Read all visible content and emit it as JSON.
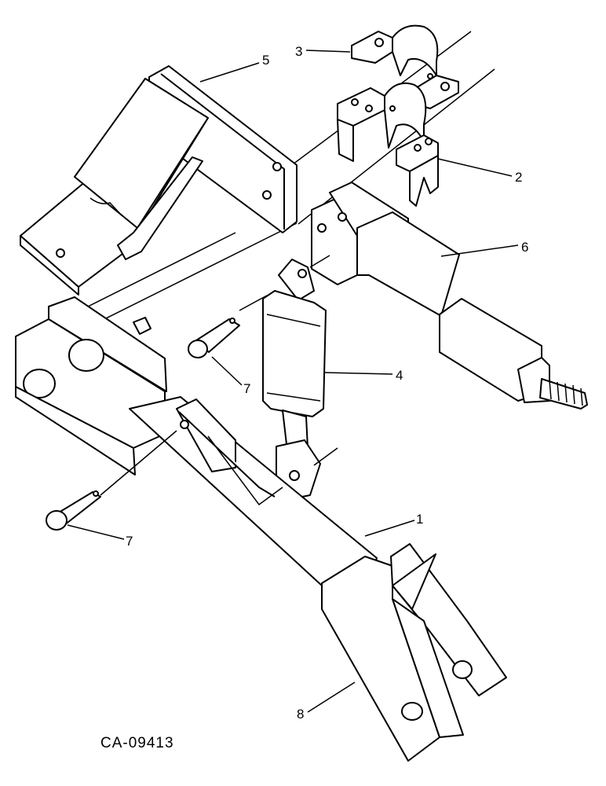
{
  "figure_id": "CA-09413",
  "callouts": {
    "c1": "1",
    "c2": "2",
    "c3": "3",
    "c4": "4",
    "c5": "5",
    "c6": "6",
    "c7a": "7",
    "c7b": "7",
    "c8": "8"
  }
}
